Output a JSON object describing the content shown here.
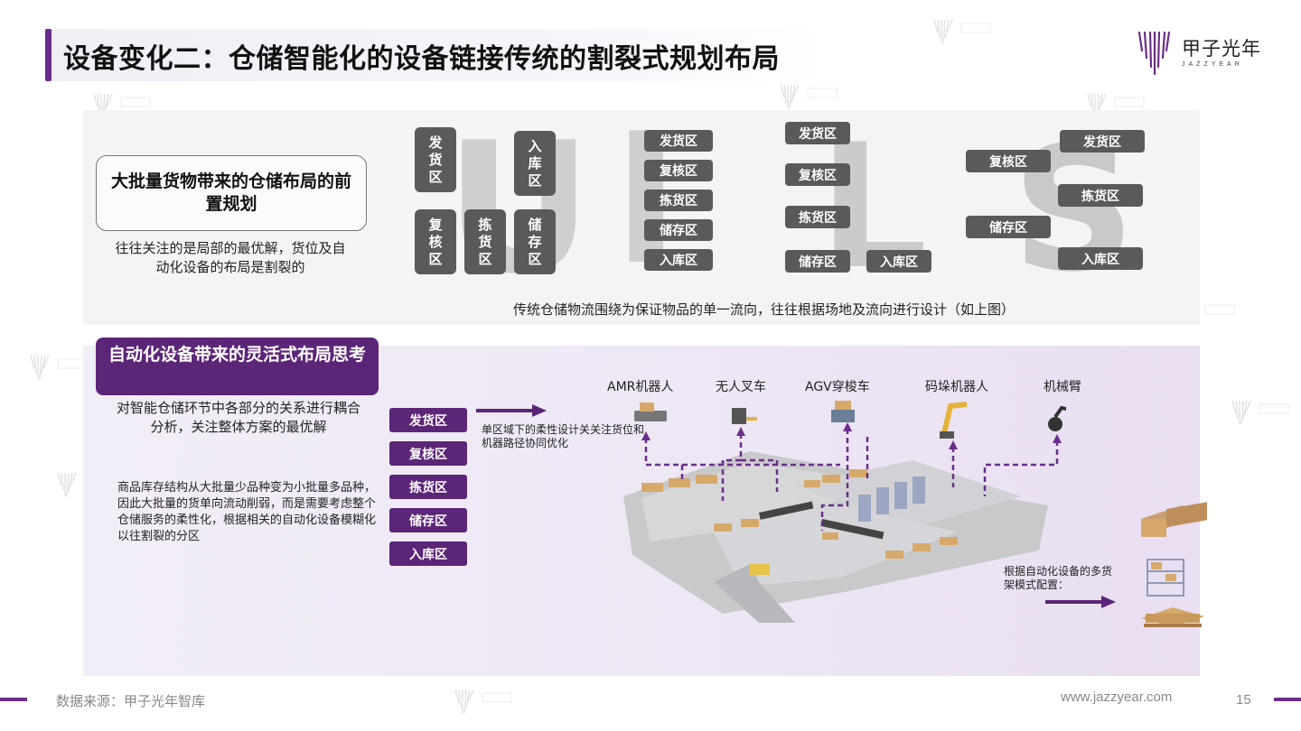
{
  "header": {
    "title": "设备变化二：仓储智能化的设备链接传统的割裂式规划布局",
    "logo_cn": "甲子光年",
    "logo_en": "JAZZYEAR"
  },
  "top_section": {
    "box_title": "大批量货物带来的仓储布局的前置规划",
    "description": "往往关注的是局部的最优解，货位及自动化设备的布局是割裂的",
    "layout_letters": [
      "U",
      "I",
      "L",
      "S"
    ],
    "u_layout": {
      "left_col": [
        "发货区",
        "复核区"
      ],
      "mid_col": [
        "拣货区"
      ],
      "right_col": [
        "入库区",
        "储存区"
      ]
    },
    "i_layout": [
      "发货区",
      "复核区",
      "拣货区",
      "储存区",
      "入库区"
    ],
    "l_layout": [
      "发货区",
      "复核区",
      "拣货区",
      "储存区",
      "入库区"
    ],
    "s_layout": [
      "发货区",
      "复核区",
      "拣货区",
      "储存区",
      "入库区"
    ],
    "caption": "传统仓储物流围绕为保证物品的单一流向，往往根据场地及流向进行设计（如上图）"
  },
  "bottom_section": {
    "header": "自动化设备带来的灵活式布局思考",
    "description": "对智能仓储环节中各部分的关系进行耦合分析，关注整体方案的最优解",
    "inventory_text": "商品库存结构从大批量少品种变为小批量多品种，因此大批量的货单向流动削弱，而是需要考虑整个仓储服务的柔性化，根据相关的自动化设备模糊化以往割裂的分区",
    "zones": [
      "发货区",
      "复核区",
      "拣货区",
      "储存区",
      "入库区"
    ],
    "arrow_note": "单区域下的柔性设计关关注货位和机器路径协同优化",
    "equipment": [
      "AMR机器人",
      "无人叉车",
      "AGV穿梭车",
      "码垛机器人",
      "机械臂"
    ],
    "shelf_note": "根据自动化设备的多货架模式配置："
  },
  "footer": {
    "source": "数据来源：甲子光年智库",
    "url": "www.jazzyear.com",
    "page": "15"
  },
  "colors": {
    "accent_purple": "#5b2578",
    "zone_gray": "#5a5a5a",
    "big_letter_gray": "#cfcfcf"
  }
}
